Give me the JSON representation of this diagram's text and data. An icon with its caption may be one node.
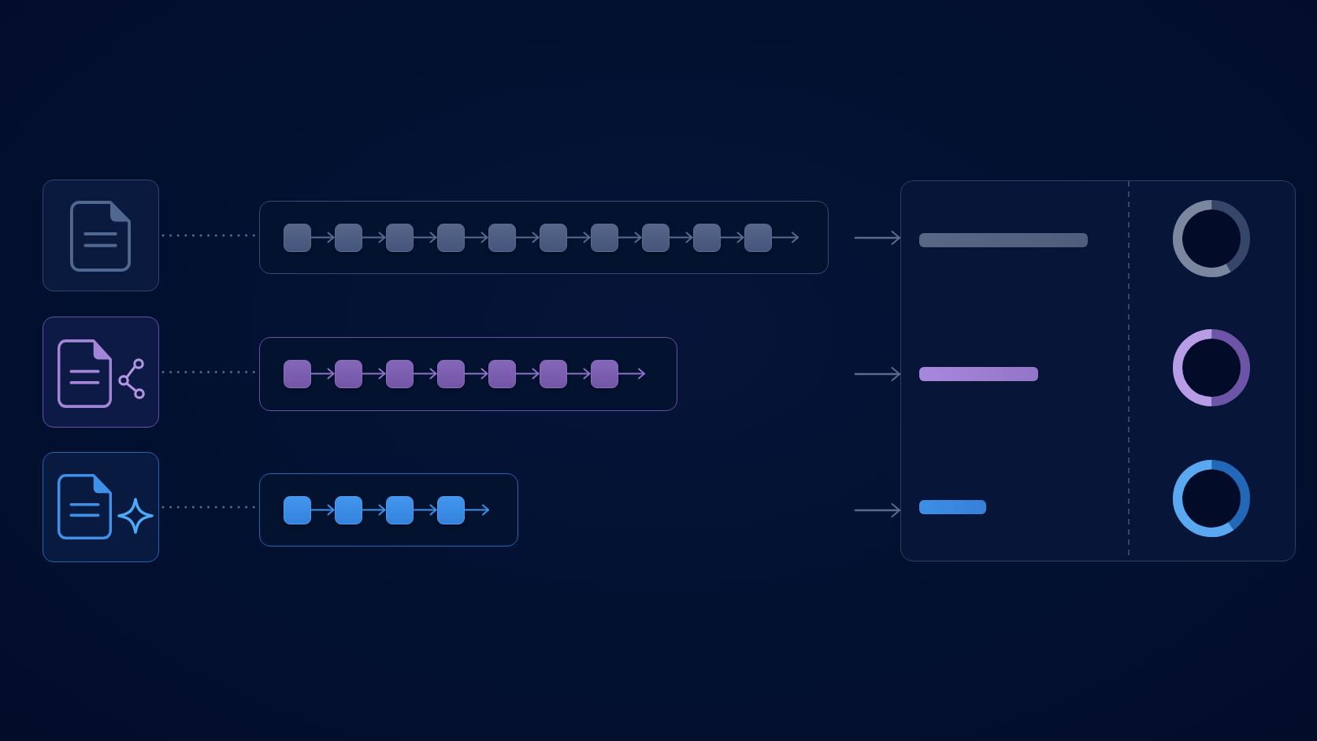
{
  "diagram": {
    "nodes": [
      {
        "text": [],
        "shape": "box"
      },
      {
        "text": [],
        "shape": "picture",
        "in": 0
      },
      {
        "text": [],
        "shape": "box"
      },
      {
        "text": [],
        "shape": "box",
        "in": 2
      },
      {
        "text": [],
        "shape": "box",
        "in": 2
      },
      {
        "text": [],
        "shape": "box",
        "in": 2
      },
      {
        "text": [],
        "shape": "box",
        "in": 2
      },
      {
        "text": [],
        "shape": "box",
        "in": 2
      },
      {
        "text": [],
        "shape": "box",
        "in": 2
      },
      {
        "text": [],
        "shape": "box",
        "in": 2
      },
      {
        "text": [],
        "shape": "box",
        "in": 2
      },
      {
        "text": [],
        "shape": "box",
        "in": 2
      },
      {
        "text": [],
        "shape": "box",
        "in": 2
      },
      {
        "text": [],
        "shape": "box"
      },
      {
        "text": [],
        "shape": "picture",
        "in": 13
      },
      {
        "text": [],
        "shape": "picture",
        "in": 13
      },
      {
        "text": [],
        "shape": "box"
      },
      {
        "text": [],
        "shape": "box",
        "in": 16
      },
      {
        "text": [],
        "shape": "box",
        "in": 16
      },
      {
        "text": [],
        "shape": "box",
        "in": 16
      },
      {
        "text": [],
        "shape": "box",
        "in": 16
      },
      {
        "text": [],
        "shape": "box",
        "in": 16
      },
      {
        "text": [],
        "shape": "box",
        "in": 16
      },
      {
        "text": [],
        "shape": "box",
        "in": 16
      },
      {
        "text": [],
        "shape": "box"
      },
      {
        "text": [],
        "shape": "picture",
        "in": 24
      },
      {
        "text": [],
        "shape": "picture",
        "in": 24
      },
      {
        "text": [],
        "shape": "box"
      },
      {
        "text": [],
        "shape": "box",
        "in": 27
      },
      {
        "text": [],
        "shape": "box",
        "in": 27
      },
      {
        "text": [],
        "shape": "box",
        "in": 27
      },
      {
        "text": [],
        "shape": "box",
        "in": 27
      },
      {
        "text": [],
        "shape": "box"
      },
      {
        "text": [],
        "shape": "bar",
        "in": 32
      },
      {
        "text": [],
        "shape": "circle",
        "in": 32
      },
      {
        "text": [],
        "shape": "bar",
        "in": 32
      },
      {
        "text": [],
        "shape": "circle",
        "in": 32
      },
      {
        "text": [],
        "shape": "bar",
        "in": 32
      },
      {
        "text": [],
        "shape": "circle",
        "in": 32
      }
    ],
    "edges": [
      {
        "from": 0,
        "to": 2,
        "arrow": "none",
        "style": "dashed"
      },
      {
        "from": 3,
        "to": 4,
        "arrow": "to"
      },
      {
        "from": 4,
        "to": 5,
        "arrow": "to"
      },
      {
        "from": 5,
        "to": 6,
        "arrow": "to"
      },
      {
        "from": 6,
        "to": 7,
        "arrow": "to"
      },
      {
        "from": 7,
        "to": 8,
        "arrow": "to"
      },
      {
        "from": 8,
        "to": 9,
        "arrow": "to"
      },
      {
        "from": 9,
        "to": 10,
        "arrow": "to"
      },
      {
        "from": 10,
        "to": 11,
        "arrow": "to"
      },
      {
        "from": 11,
        "to": 12,
        "arrow": "to"
      },
      {
        "from": 12,
        "to": null,
        "arrow": "to"
      },
      {
        "from": null,
        "to": 32,
        "arrow": "to"
      },
      {
        "from": 13,
        "to": 16,
        "arrow": "none",
        "style": "dashed"
      },
      {
        "from": 17,
        "to": 18,
        "arrow": "to",
        "color": "#8f70c8"
      },
      {
        "from": 18,
        "to": 19,
        "arrow": "to",
        "color": "#8f70c8"
      },
      {
        "from": 19,
        "to": 20,
        "arrow": "to",
        "color": "#8f70c8"
      },
      {
        "from": 20,
        "to": 21,
        "arrow": "to",
        "color": "#8f70c8"
      },
      {
        "from": 21,
        "to": 22,
        "arrow": "to",
        "color": "#8f70c8"
      },
      {
        "from": 22,
        "to": 23,
        "arrow": "to",
        "color": "#8f70c8"
      },
      {
        "from": 23,
        "to": null,
        "arrow": "to",
        "color": "#8f70c8"
      },
      {
        "from": null,
        "to": 32,
        "arrow": "to"
      },
      {
        "from": 24,
        "to": 27,
        "arrow": "none",
        "style": "dashed"
      },
      {
        "from": 28,
        "to": 29,
        "arrow": "to",
        "color": "#3b92ea"
      },
      {
        "from": 29,
        "to": 30,
        "arrow": "to",
        "color": "#3b92ea"
      },
      {
        "from": 30,
        "to": 31,
        "arrow": "to",
        "color": "#3b92ea"
      },
      {
        "from": 31,
        "to": null,
        "arrow": "to",
        "color": "#3b92ea"
      },
      {
        "from": null,
        "to": 32,
        "arrow": "to"
      }
    ]
  }
}
